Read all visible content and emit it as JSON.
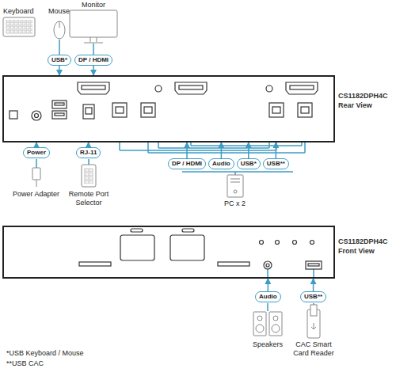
{
  "diagram": {
    "nodes": [
      {
        "text": [
          "USB*"
        ]
      },
      {
        "text": [
          "DP / HDMI"
        ]
      },
      {
        "text": [
          "CS1182DPH4C Rear View"
        ]
      },
      {
        "text": [
          "Power"
        ]
      },
      {
        "text": [
          "RJ-11"
        ]
      },
      {
        "text": [
          "DP / HDMI"
        ]
      },
      {
        "text": [
          "Audio"
        ]
      },
      {
        "text": [
          "USB*"
        ]
      },
      {
        "text": [
          "USB**"
        ]
      },
      {
        "text": [
          "CS1182DPH4C Front View"
        ]
      },
      {
        "text": [
          "Audio"
        ]
      },
      {
        "text": [
          "USB**"
        ]
      }
    ],
    "edges": [
      {
        "from": 0,
        "to": 2,
        "arrow": "to"
      },
      {
        "from": 1,
        "to": 2,
        "arrow": "to"
      },
      {
        "from": 3,
        "to": 2,
        "arrow": "to"
      },
      {
        "from": 4,
        "to": 2,
        "arrow": "to"
      },
      {
        "from": 5,
        "to": 2,
        "arrow": "to"
      },
      {
        "from": 6,
        "to": 2,
        "arrow": "to"
      },
      {
        "from": 7,
        "to": 2,
        "arrow": "to"
      },
      {
        "from": 8,
        "to": 2,
        "arrow": "to"
      },
      {
        "from": 10,
        "to": 9,
        "arrow": "to"
      },
      {
        "from": 11,
        "to": 9,
        "arrow": "to"
      }
    ],
    "labels": [
      "Keyboard",
      "Mouse",
      "Monitor",
      "Power Adapter",
      "Remote Port Selector",
      "PC x 2",
      "Speakers",
      "CAC Smart Card Reader",
      "*USB Keyboard / Mouse",
      "**USB CAC"
    ]
  }
}
